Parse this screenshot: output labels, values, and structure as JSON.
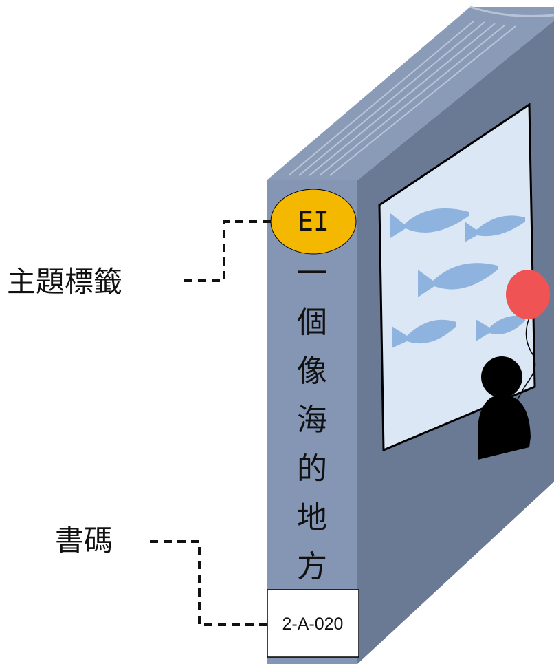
{
  "colors": {
    "spine": "#8496b4",
    "cover": "#6a7a94",
    "pages_top": "#8a9bb8",
    "tag": "#f5b800",
    "panel": "#dbe7f4",
    "fish": "#8fb3df",
    "balloon": "#ef5353",
    "figure": "#000000",
    "dash": "#111111"
  },
  "callouts": {
    "topic_tag_label": "主題標籤",
    "call_number_label": "書碼"
  },
  "book": {
    "topic_tag": "EI",
    "title_chars": [
      "一",
      "個",
      "像",
      "海",
      "的",
      "地",
      "方"
    ],
    "call_number": "2-A-020"
  },
  "illustration": {
    "fish_icons": [
      "fish-icon",
      "fish-icon",
      "fish-icon",
      "fish-icon",
      "fish-icon"
    ],
    "balloon_icon": "balloon-icon",
    "person_icon": "person-icon"
  }
}
